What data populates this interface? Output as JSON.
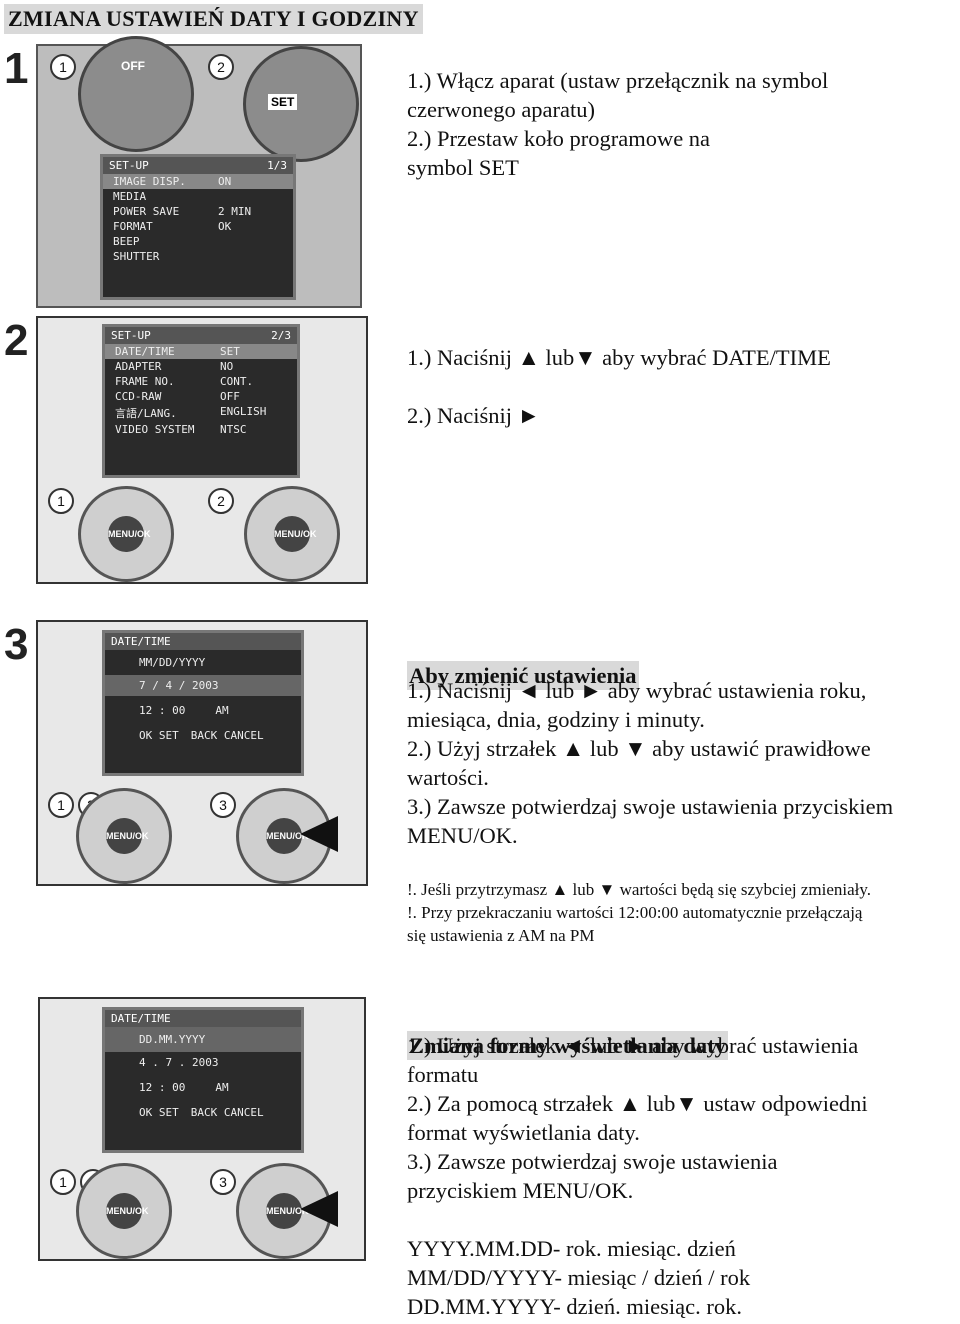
{
  "title": "ZMIANA USTAWIEŃ DATY I GODZINY",
  "steps": {
    "s1": {
      "num": "1",
      "text": "1.) Włącz aparat (ustaw przełącznik na symbol\nczerwonego aparatu)\n2.) Przestaw koło programowe na\nsymbol SET",
      "dial_labels": {
        "off": "OFF",
        "set": "SET"
      },
      "screen": {
        "header": "SET-UP",
        "page": "1/3",
        "rows": [
          [
            "IMAGE DISP.",
            "ON"
          ],
          [
            "MEDIA",
            ""
          ],
          [
            "POWER SAVE",
            "2 MIN"
          ],
          [
            "FORMAT",
            "OK"
          ],
          [
            "BEEP",
            ""
          ],
          [
            "SHUTTER",
            ""
          ]
        ]
      }
    },
    "s2": {
      "num": "2",
      "text": "1.) Naciśnij ▲ lub▼ aby wybrać DATE/TIME\n\n2.) Naciśnij ►",
      "screen": {
        "header": "SET-UP",
        "page": "2/3",
        "rows": [
          [
            "DATE/TIME",
            "SET"
          ],
          [
            "ADAPTER",
            "NO"
          ],
          [
            "FRAME NO.",
            "CONT."
          ],
          [
            "CCD-RAW",
            "OFF"
          ],
          [
            "言語/LANG.",
            "ENGLISH"
          ],
          [
            "VIDEO SYSTEM",
            "NTSC"
          ]
        ]
      }
    },
    "s3": {
      "num": "3",
      "heading": "Aby zmienić ustawienia",
      "text": "1.) Naciśnij ◄ lub ► aby wybrać ustawienia roku,\nmiesiąca, dnia, godziny i minuty.\n2.) Użyj strzałek ▲ lub ▼ aby ustawić prawidłowe\nwartości.\n3.) Zawsze potwierdzaj swoje ustawienia przyciskiem\nMENU/OK.",
      "notes": "!. Jeśli przytrzymasz ▲ lub ▼ wartości będą się szybciej zmieniały.\n!. Przy przekraczaniu wartości 12:00:00 automatycznie przełączają\nsię ustawienia z AM na PM",
      "screen": {
        "header": "DATE/TIME",
        "format": "MM/DD/YYYY",
        "date": "7 / 4 / 2003",
        "time": "12 : 00",
        "ampm": "AM",
        "ok": "OK SET",
        "back": "BACK CANCEL"
      }
    },
    "s4": {
      "heading": "Zmiana formy wyświetlania daty",
      "text": "1.) Użyj strzałek ◄ lub ► aby wybrać ustawienia\nformatu\n2.) Za pomocą strzałek ▲ lub▼ ustaw odpowiedni\nformat wyświetlania daty.\n3.) Zawsze potwierdzaj swoje ustawienia\nprzyciskiem MENU/OK.",
      "formats": "YYYY.MM.DD- rok. miesiąc. dzień\nMM/DD/YYYY- miesiąc / dzień / rok\nDD.MM.YYYY- dzień. miesiąc. rok.",
      "screen": {
        "header": "DATE/TIME",
        "format": "DD.MM.YYYY",
        "date": "4 . 7 . 2003",
        "time": "12 : 00",
        "ampm": "AM",
        "ok": "OK SET",
        "back": "BACK CANCEL"
      }
    }
  },
  "pad_label": "MENU\n/OK",
  "circle_labels": [
    "1",
    "2",
    "3"
  ]
}
